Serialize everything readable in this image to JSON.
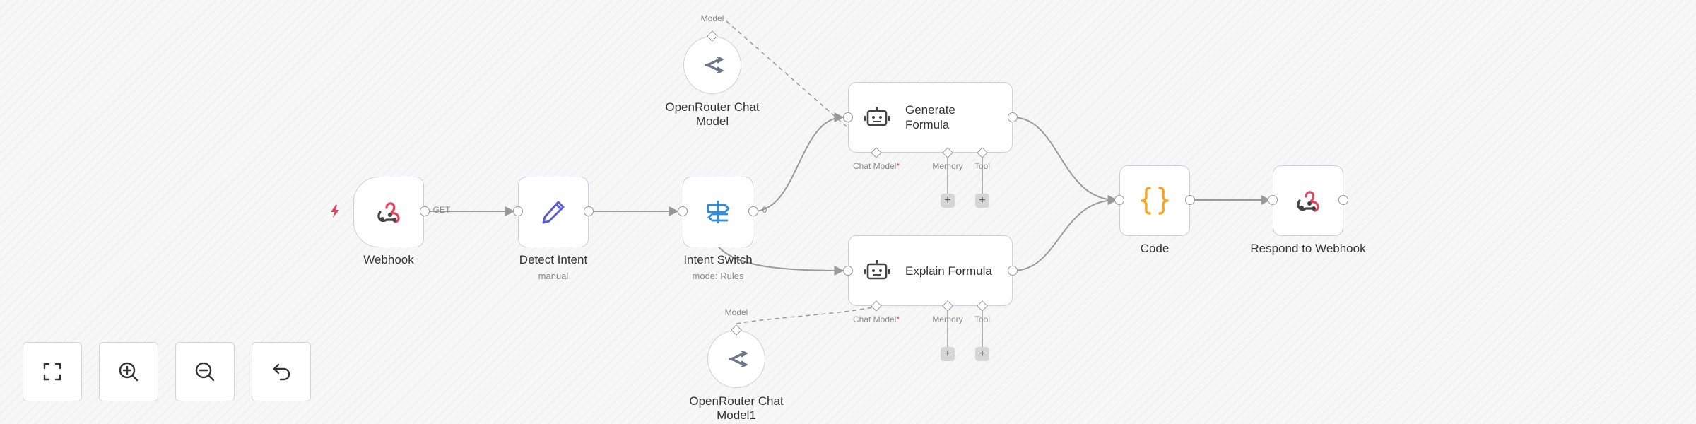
{
  "canvas": {
    "nodes": {
      "webhook": {
        "label": "Webhook",
        "icon": "webhook-icon"
      },
      "detect_intent": {
        "label": "Detect Intent",
        "sub": "manual",
        "icon": "pen-icon"
      },
      "intent_switch": {
        "label": "Intent Switch",
        "sub": "mode: Rules",
        "icon": "signpost-icon"
      },
      "generate_formula": {
        "label": "Generate Formula",
        "icon": "robot-icon"
      },
      "explain_formula": {
        "label": "Explain Formula",
        "icon": "robot-icon"
      },
      "code": {
        "label": "Code",
        "icon": "braces-icon"
      },
      "respond": {
        "label": "Respond to Webhook",
        "icon": "webhook-icon"
      },
      "openrouter1": {
        "label_line1": "OpenRouter Chat",
        "label_line2": "Model",
        "icon": "openrouter-icon"
      },
      "openrouter2": {
        "label_line1": "OpenRouter Chat",
        "label_line2": "Model1",
        "icon": "openrouter-icon"
      }
    },
    "edge_labels": {
      "webhook_out": "GET",
      "switch_out": "0"
    },
    "sub_ports": {
      "chat_model": "Chat Model",
      "required_mark": "*",
      "memory": "Memory",
      "tool": "Tool",
      "model": "Model",
      "plus": "+"
    }
  },
  "controls": [
    {
      "name": "fit-view-button",
      "icon": "fullscreen-icon"
    },
    {
      "name": "zoom-in-button",
      "icon": "zoom-in-icon"
    },
    {
      "name": "zoom-out-button",
      "icon": "zoom-out-icon"
    },
    {
      "name": "reset-zoom-button",
      "icon": "undo-icon"
    }
  ],
  "colors": {
    "webhook": "#e2455f",
    "pen": "#5b5bd6",
    "signpost": "#2f8ed9",
    "code": "#f5a524",
    "icon_dark": "#444444",
    "openrouter": "#6b7789"
  }
}
